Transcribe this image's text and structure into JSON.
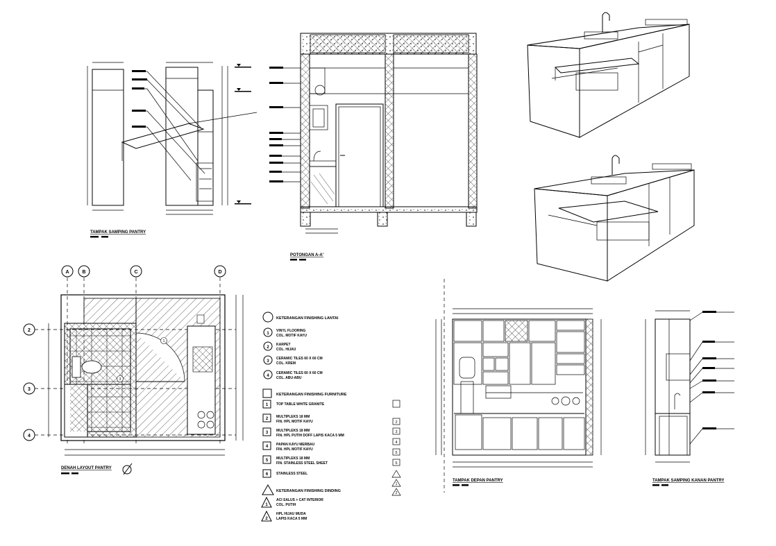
{
  "drawings": {
    "side_left_title": "TAMPAK SAMPING PANTRY",
    "section_title": "POTONGAN A-A'",
    "plan_title": "DENAH LAYOUT PANTRY",
    "front_title": "TAMPAK DEPAN PANTRY",
    "side_right_title": "TAMPAK SAMPING KANAN PANTRY"
  },
  "grid": {
    "columns": [
      "A",
      "B",
      "C",
      "D"
    ],
    "rows": [
      "2",
      "3",
      "4"
    ]
  },
  "legend": {
    "floor_heading": "KETERANGAN FINISHING LANTAI",
    "floors": [
      {
        "num": "1",
        "line1": "VINYL FLOORING",
        "line2": "COL. MOTIF KAYU"
      },
      {
        "num": "2",
        "line1": "KARPET",
        "line2": "COL. HIJAU"
      },
      {
        "num": "3",
        "line1": "CERAMIC TILES 60 X 60 CM",
        "line2": "COL. KREM"
      },
      {
        "num": "4",
        "line1": "CERAMIC TILES 60 X 60 CM",
        "line2": "COL. ABU-ABU"
      }
    ],
    "furniture_heading": "KETERANGAN FINISHING FURNITURE",
    "furniture": [
      {
        "num": "1",
        "line1": "TOP TABLE WHITE GRANITE",
        "line2": ""
      },
      {
        "num": "2",
        "line1": "MULTIPLEKS 18 MM",
        "line2": "FIN. HPL MOTIF KAYU"
      },
      {
        "num": "3",
        "line1": "MULTIPLEKS 18 MM",
        "line2": "FIN. HPL PUTIH DOFF LAPIS KACA 5 MM"
      },
      {
        "num": "4",
        "line1": "PAPAN KAYU MERBAU",
        "line2": "FIN. HPL MOTIF KAYU"
      },
      {
        "num": "5",
        "line1": "MULTIPLEKS 18 MM",
        "line2": "FIN. STAINLESS STEEL SHEET"
      },
      {
        "num": "6",
        "line1": "STAINLESS STEEL",
        "line2": ""
      }
    ],
    "wall_heading": "KETERANGAN FINISHING DINDING",
    "walls": [
      {
        "num": "1",
        "line1": "ACI SALUS + CAT INTERIOR",
        "line2": "COL. PUTIH"
      },
      {
        "num": "2",
        "line1": "HPL HIJAU MUDA",
        "line2": "LAPIS KACA 5 MM"
      }
    ],
    "side_marks": [
      "2",
      "3",
      "4",
      "5",
      "6",
      "",
      "1",
      "2"
    ]
  }
}
